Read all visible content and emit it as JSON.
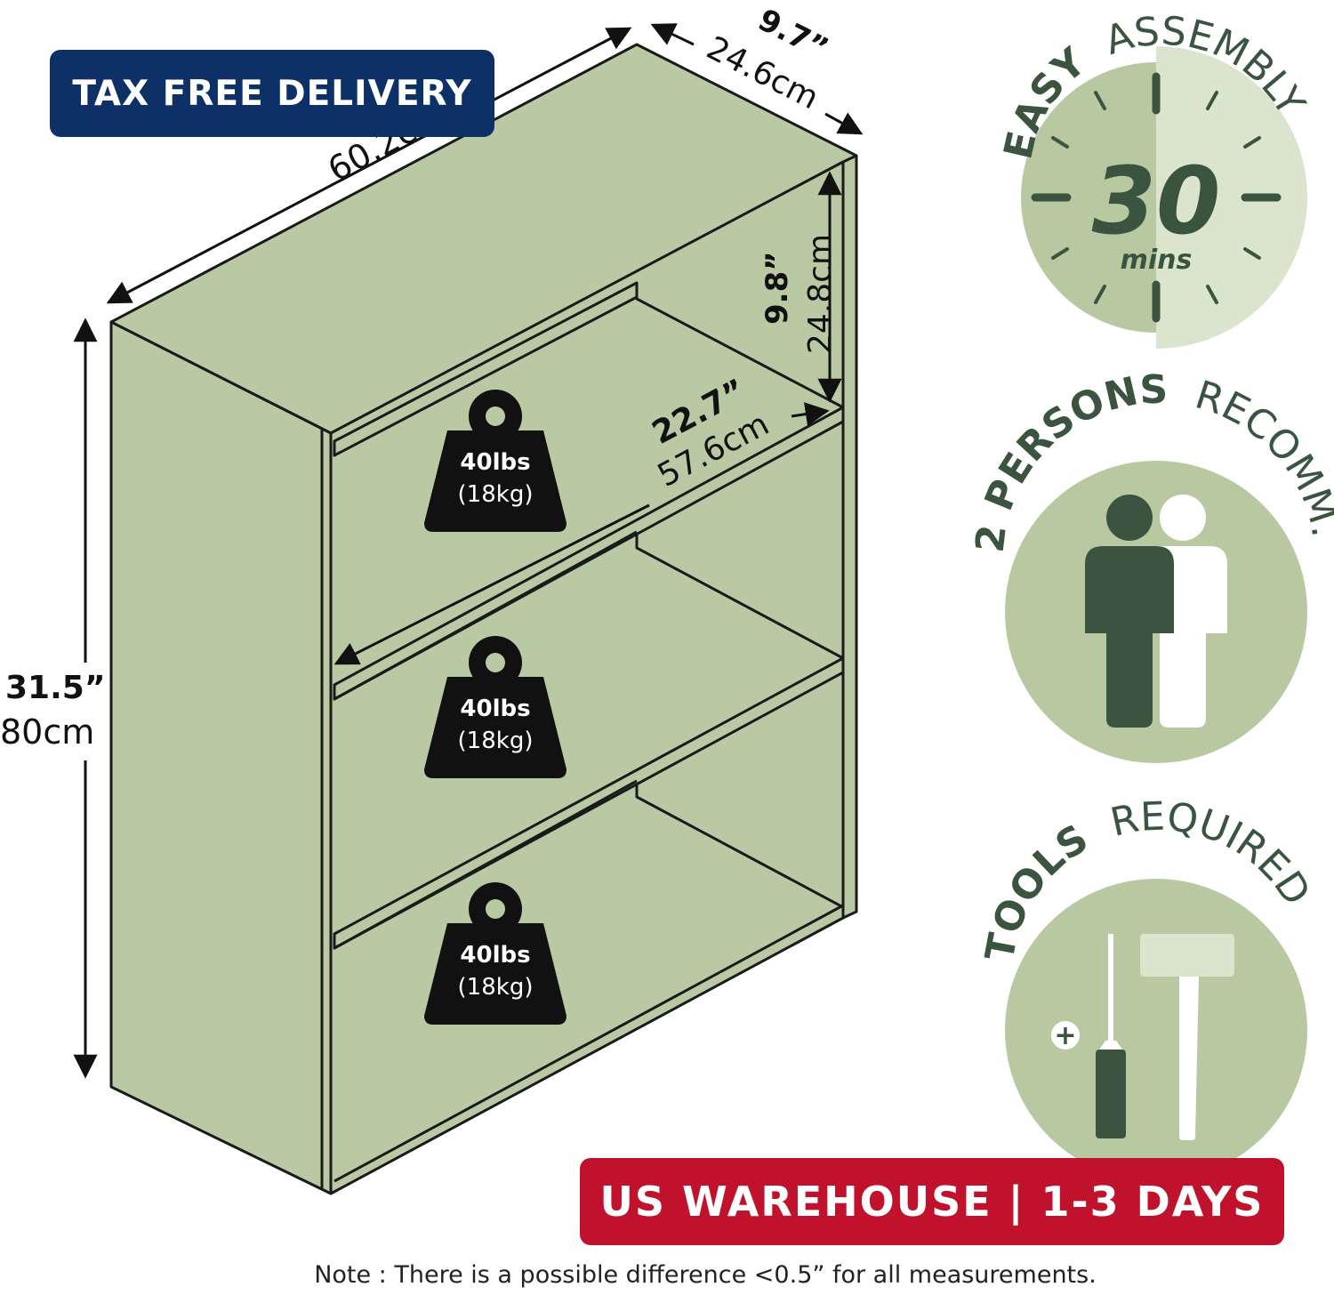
{
  "colors": {
    "shelf_fill": "#b9c9a3",
    "shelf_outline": "#1a1a1a",
    "navy_badge": "#0d3166",
    "red_badge": "#c0122c",
    "icon_dark": "#3a5440",
    "circle_mid": "#b8c9a2",
    "circle_light": "#dbe5cd",
    "weight_black": "#111111"
  },
  "badges": {
    "tax_free": "TAX FREE DELIVERY",
    "warehouse": "US WAREHOUSE | 1-3 DAYS"
  },
  "dimensions": {
    "depth_in": "9.7”",
    "depth_cm": "24.6cm",
    "width_cm": "60.2c",
    "height_in": "31.5”",
    "height_cm": "80cm",
    "shelf_gap_in": "9.8”",
    "shelf_gap_cm": "24.8cm",
    "inner_width_in": "22.7”",
    "inner_width_cm": "57.6cm"
  },
  "weights": [
    {
      "lbs": "40lbs",
      "kg": "(18kg)"
    },
    {
      "lbs": "40lbs",
      "kg": "(18kg)"
    },
    {
      "lbs": "40lbs",
      "kg": "(18kg)"
    }
  ],
  "features": {
    "assembly": {
      "arc_bold": "EASY",
      "arc_light": "ASSEMBLY",
      "number": "30",
      "unit": "mins",
      "icon": "clock-icon"
    },
    "persons": {
      "arc_bold": "2 PERSONS",
      "arc_light": "RECOMM.",
      "icon": "two-persons-icon"
    },
    "tools": {
      "arc_bold": "TOOLS",
      "arc_light": "REQUIRED",
      "icon": "screwdriver-hammer-icon",
      "plus": "+"
    }
  },
  "note": "Note : There is a possible difference <0.5” for all measurements."
}
